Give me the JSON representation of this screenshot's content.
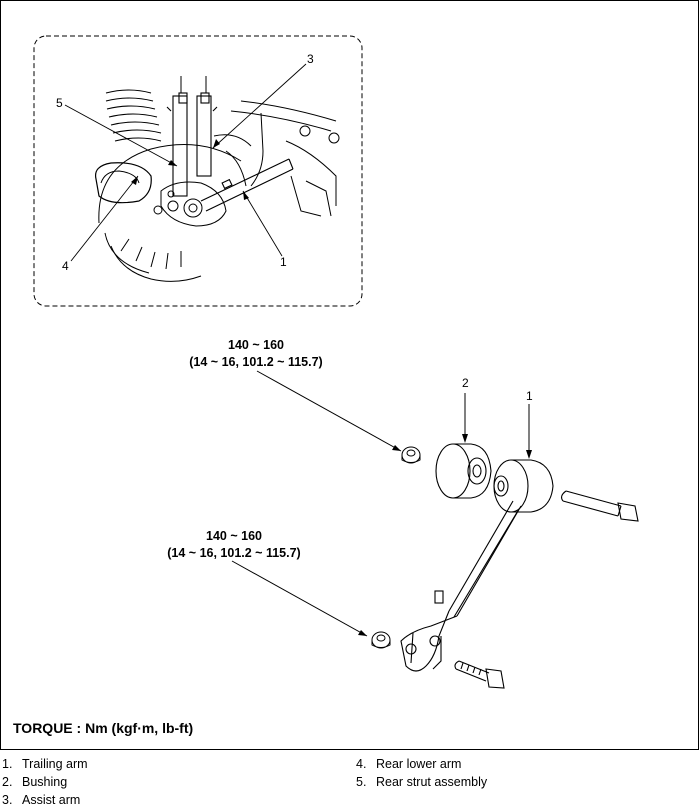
{
  "torque_labels": [
    {
      "value": "140 ~ 160",
      "detail": "(14 ~ 16, 101.2 ~ 115.7)"
    },
    {
      "value": "140 ~ 160",
      "detail": "(14 ~ 16, 101.2 ~ 115.7)"
    }
  ],
  "callouts": {
    "inset": [
      "3",
      "5",
      "4",
      "1"
    ],
    "exploded": [
      "2",
      "1"
    ]
  },
  "torque_note": "TORQUE : Nm (kgf·m, lb-ft)",
  "legend": [
    {
      "num": "1.",
      "label": "Trailing arm"
    },
    {
      "num": "2.",
      "label": "Bushing"
    },
    {
      "num": "3.",
      "label": "Assist arm"
    },
    {
      "num": "4.",
      "label": "Rear lower arm"
    },
    {
      "num": "5.",
      "label": "Rear strut assembly"
    }
  ]
}
